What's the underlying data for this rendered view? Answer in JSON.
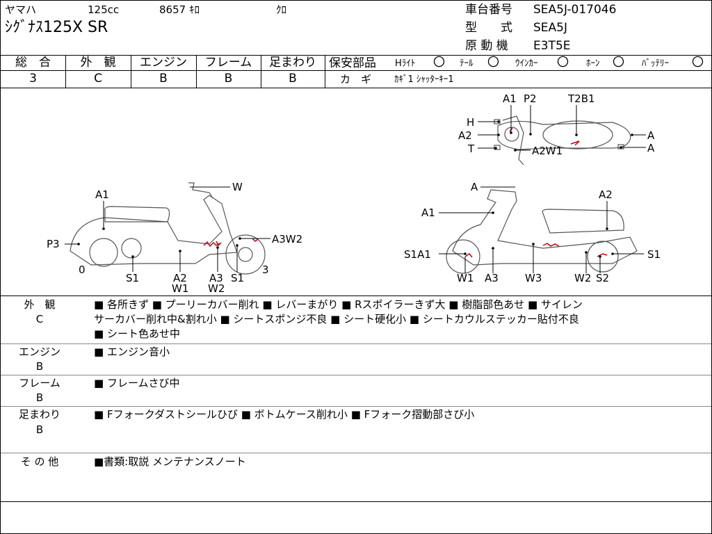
{
  "header": {
    "maker": "ヤマハ",
    "displacement": "125cc",
    "mileage": "8657 ｷﾛ",
    "color": "ｸﾛ",
    "model_name": "ｼｸﾞﾅｽ125X SR",
    "frame_no_label": "車台番号",
    "frame_no": "SEA5J-017046",
    "type_label": "型　　式",
    "type_value": "SEA5J",
    "engine_label": "原 動 機",
    "engine_value": "E3T5E"
  },
  "grades": [
    {
      "label": "総　合",
      "value": "3"
    },
    {
      "label": "外　観",
      "value": "C"
    },
    {
      "label": "エンジン",
      "value": "B"
    },
    {
      "label": "フレーム",
      "value": "B"
    },
    {
      "label": "足まわり",
      "value": "B"
    }
  ],
  "safety": {
    "label": "保安部品",
    "items": [
      {
        "name": "Hﾗｲﾄ",
        "mark": "〇"
      },
      {
        "name": "ﾃｰﾙ",
        "mark": "〇"
      },
      {
        "name": "ｳｲﾝｶｰ",
        "mark": "〇"
      },
      {
        "name": "ﾎｰﾝ",
        "mark": "〇"
      },
      {
        "name": "ﾊﾞｯﾃﾘｰ",
        "mark": "〇"
      }
    ],
    "key_label": "カ　ギ",
    "key_value": "ｶｷﾞ1 ｼｬｯﾀｰｷｰ1"
  },
  "diagram_labels": {
    "top": [
      "A1",
      "P2",
      "T2B1",
      "H",
      "A2",
      "T",
      "A2W1",
      "A",
      "A"
    ],
    "left": [
      "W",
      "A1",
      "P3",
      "A3W2",
      "0",
      "3",
      "S1",
      "A2",
      "W1",
      "A3",
      "W2",
      "S1"
    ],
    "right": [
      "A",
      "A2",
      "A1",
      "S1A1",
      "S1",
      "W1",
      "A3",
      "W3",
      "W2",
      "S2"
    ]
  },
  "remarks": [
    {
      "label": "外　観",
      "grade": "C",
      "lines": [
        "■ 各所きず ■ プーリーカバー削れ ■ レバーまがり ■ Rスポイラーきず大 ■ 樹脂部色あせ ■ サイレン",
        "サーカバー削れ中&割れ小 ■ シートスポンジ不良 ■ シート硬化小 ■ シートカウルステッカー貼付不良",
        "■ シート色あせ中"
      ]
    },
    {
      "label": "エンジン",
      "grade": "B",
      "lines": [
        "■ エンジン音小"
      ]
    },
    {
      "label": "フレーム",
      "grade": "B",
      "lines": [
        "■ フレームさび中"
      ]
    },
    {
      "label": "足まわり",
      "grade": "B",
      "lines": [
        "■ Fフォークダストシールひび ■ ボトムケース削れ小 ■ Fフォーク摺動部さび小"
      ]
    },
    {
      "label": "そ の 他",
      "grade": "",
      "lines": [
        "■書類:取説 メンテナンスノート"
      ]
    }
  ]
}
